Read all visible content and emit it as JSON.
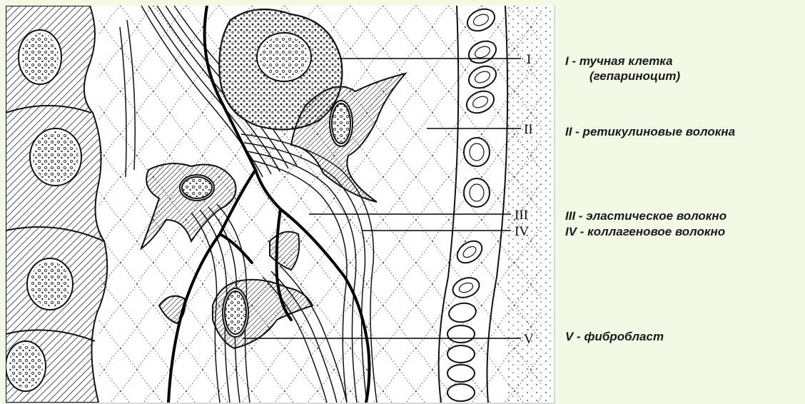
{
  "markers": [
    "I",
    "II",
    "III",
    "IV",
    "V"
  ],
  "legend": [
    {
      "lines": [
        "I - тучная клетка",
        "(гепариноцит)"
      ]
    },
    {
      "lines": [
        "II - ретикулиновые волокна"
      ]
    },
    {
      "lines": [
        "III - эластическое волокно"
      ]
    },
    {
      "lines": [
        "IV - коллагеновое волокно"
      ]
    },
    {
      "lines": [
        "V - фибробласт"
      ]
    }
  ]
}
